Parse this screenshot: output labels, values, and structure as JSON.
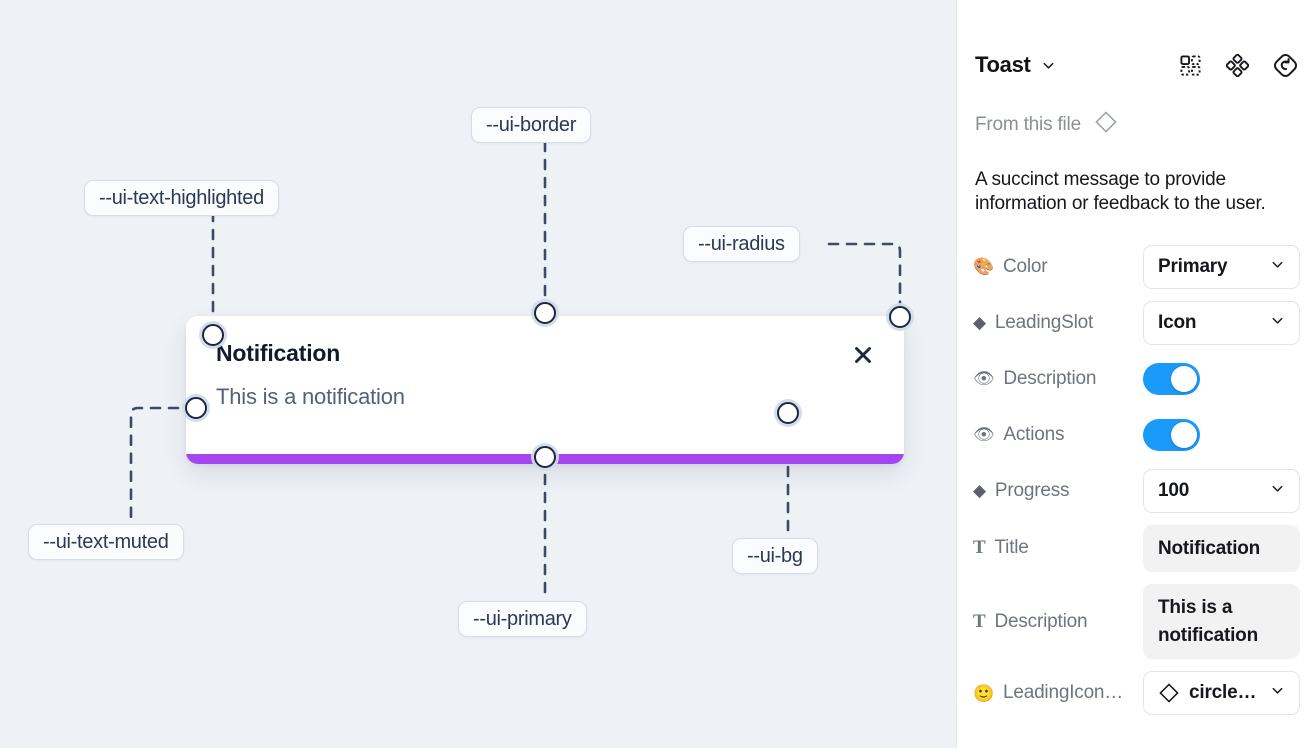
{
  "canvas": {
    "background": "#eef1f6",
    "toast": {
      "title": "Notification",
      "description": "This is a notification",
      "close_label": "✕",
      "progress_color": "#a445f0"
    },
    "annotations": [
      {
        "id": "ui-text-highlighted",
        "label": "--ui-text-highlighted"
      },
      {
        "id": "ui-border",
        "label": "--ui-border"
      },
      {
        "id": "ui-radius",
        "label": "--ui-radius"
      },
      {
        "id": "ui-text-muted",
        "label": "--ui-text-muted"
      },
      {
        "id": "ui-bg",
        "label": "--ui-bg"
      },
      {
        "id": "ui-primary",
        "label": "--ui-primary"
      }
    ]
  },
  "panel": {
    "title": "Toast",
    "from_file_label": "From this file",
    "description": "A succinct message to provide information or feedback to the user.",
    "toggle_color": "#1a9bfc",
    "properties": [
      {
        "icon": "palette-emoji",
        "glyph": "🎨",
        "label": "Color",
        "type": "select",
        "value": "Primary"
      },
      {
        "icon": "diamond-emoji",
        "glyph": "◆",
        "label": "LeadingSlot",
        "type": "select",
        "value": "Icon"
      },
      {
        "icon": "eye-emoji",
        "glyph": "👁",
        "label": "Description",
        "type": "toggle",
        "value": "on"
      },
      {
        "icon": "eye-emoji",
        "glyph": "👁",
        "label": "Actions",
        "type": "toggle",
        "value": "on"
      },
      {
        "icon": "diamond-emoji",
        "glyph": "◆",
        "label": "Progress",
        "type": "select",
        "value": "100"
      },
      {
        "icon": "text-glyph",
        "glyph": "T",
        "label": "Title",
        "type": "text",
        "value": "Notification"
      },
      {
        "icon": "text-glyph",
        "glyph": "T",
        "label": "Description",
        "type": "text",
        "value": "This is a notification"
      },
      {
        "icon": "smiley-emoji",
        "glyph": "🙂",
        "label": "LeadingIcon…",
        "type": "icon-select",
        "value": "circle…"
      }
    ]
  }
}
